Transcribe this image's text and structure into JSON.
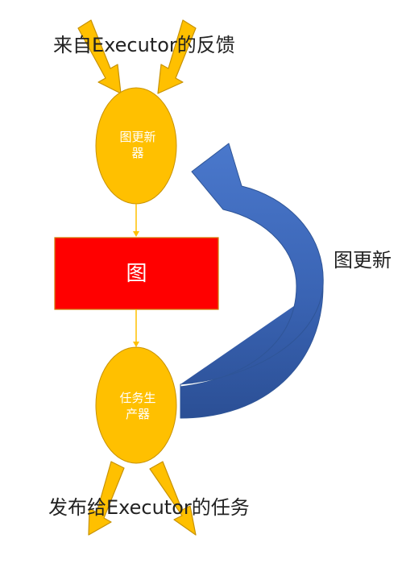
{
  "labels": {
    "feedback_in": "来自Executor的反馈",
    "tasks_out": "发布给Executor的任务",
    "update_loop": "图更新"
  },
  "nodes": {
    "graph_updater": "图更新\n器",
    "graph": "图",
    "task_generator": "任务生\n产器"
  },
  "colors": {
    "node_fill": "#FFC000",
    "node_stroke": "#C89200",
    "graph_fill": "#FF0000",
    "graph_stroke": "#D27A00",
    "connector": "#FFC000",
    "curved_arrow_light": "#4472C4",
    "curved_arrow_dark": "#2F5597"
  }
}
